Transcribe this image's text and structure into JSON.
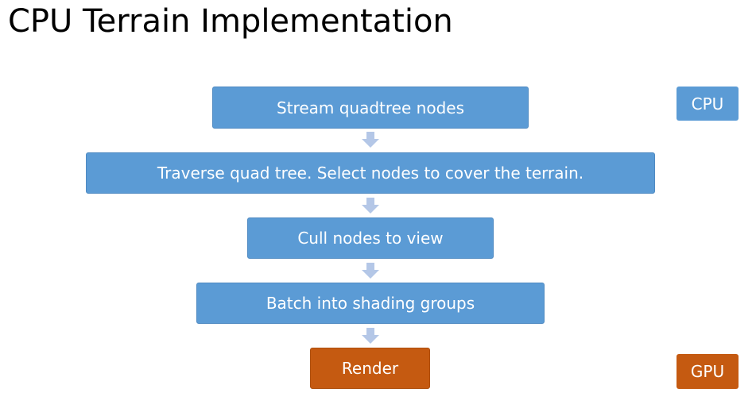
{
  "title": "CPU Terrain Implementation",
  "colors": {
    "cpu_box": "#5b9bd5",
    "gpu_box": "#c55a11",
    "arrow": "#b4c7e7"
  },
  "steps": [
    {
      "label": "Stream quadtree nodes"
    },
    {
      "label": "Traverse quad tree. Select nodes to cover the terrain."
    },
    {
      "label": "Cull nodes to view"
    },
    {
      "label": "Batch into shading groups"
    },
    {
      "label": "Render"
    }
  ],
  "labels": {
    "cpu": "CPU",
    "gpu": "GPU"
  }
}
